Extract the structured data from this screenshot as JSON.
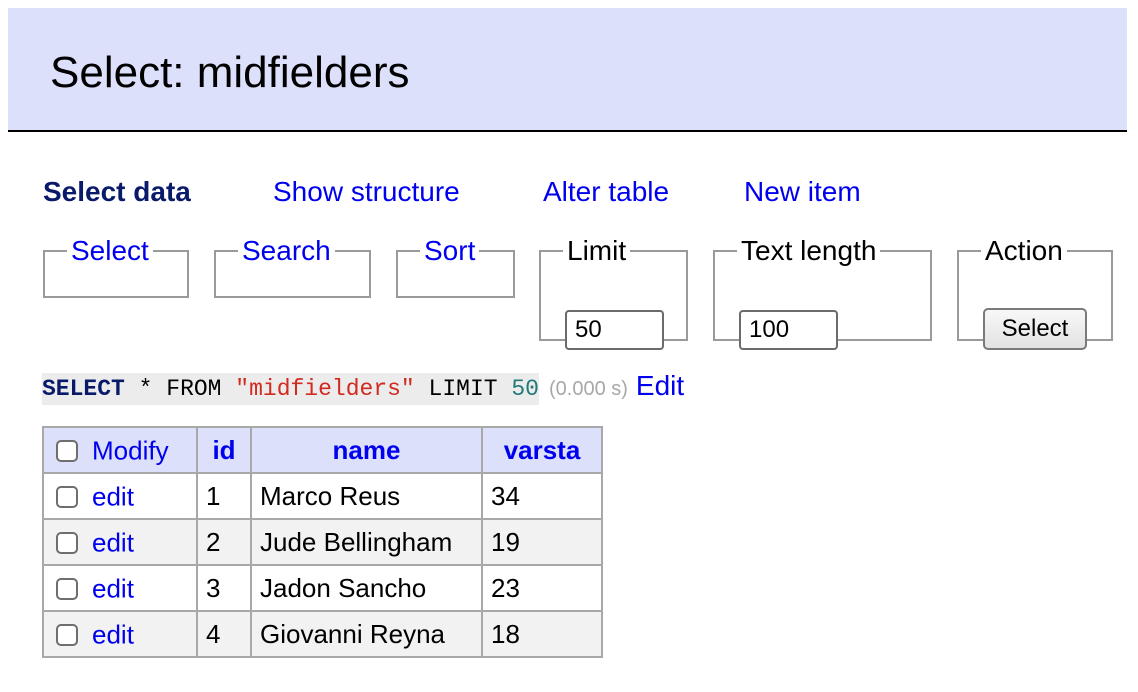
{
  "header": {
    "title": "Select: midfielders"
  },
  "nav": {
    "select_data": "Select data",
    "show_structure": "Show structure",
    "alter_table": "Alter table",
    "new_item": "New item"
  },
  "fieldsets": {
    "select": "Select",
    "search": "Search",
    "sort": "Sort",
    "limit": {
      "legend": "Limit",
      "value": "50"
    },
    "text_length": {
      "legend": "Text length",
      "value": "100"
    },
    "action": {
      "legend": "Action",
      "button": "Select"
    }
  },
  "query": {
    "select_kw": "SELECT",
    "star": "*",
    "from_kw": "FROM",
    "table": "\"midfielders\"",
    "limit_kw": "LIMIT",
    "limit_val": "50",
    "time": "(0.000 s)",
    "edit": "Edit"
  },
  "table": {
    "headers": {
      "modify": "Modify",
      "id": "id",
      "name": "name",
      "varsta": "varsta"
    },
    "edit_label": "edit",
    "rows": [
      {
        "id": "1",
        "name": "Marco Reus",
        "varsta": "34"
      },
      {
        "id": "2",
        "name": "Jude Bellingham",
        "varsta": "19"
      },
      {
        "id": "3",
        "name": "Jadon Sancho",
        "varsta": "23"
      },
      {
        "id": "4",
        "name": "Giovanni Reyna",
        "varsta": "18"
      }
    ]
  }
}
